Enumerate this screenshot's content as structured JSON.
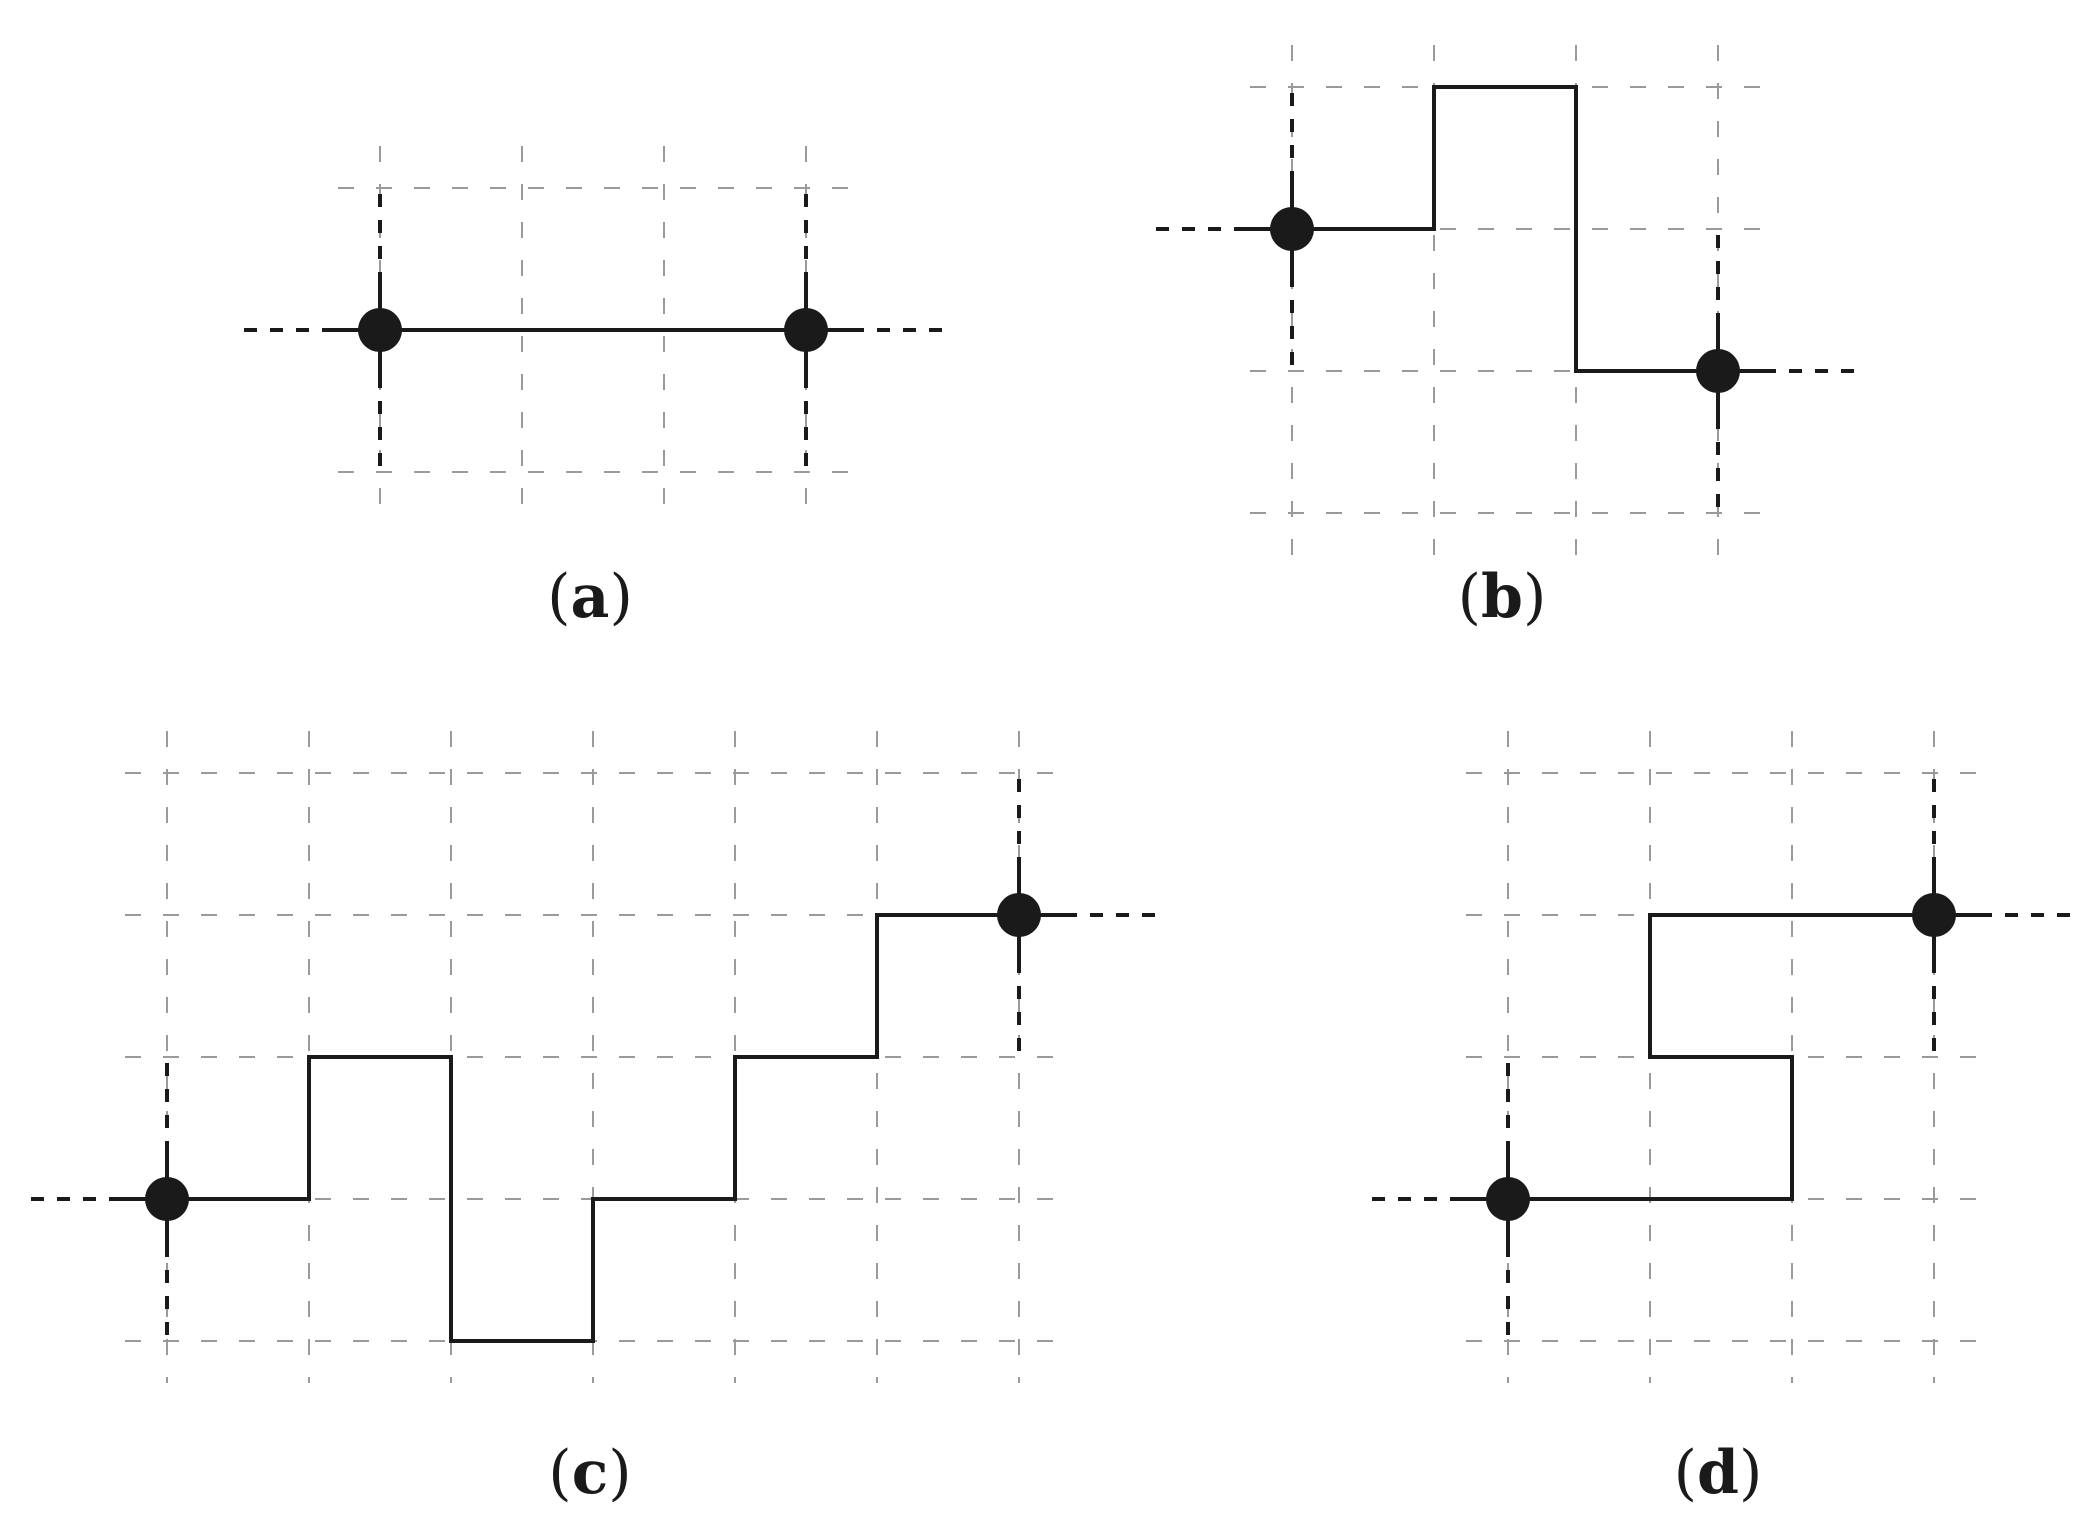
{
  "panels": [
    {
      "label_open": "(",
      "label_letter": "a",
      "label_close": ")",
      "grid": {
        "cols": 4,
        "rows": 2
      },
      "endpoints": [
        {
          "col": 0,
          "row": 1
        },
        {
          "col": 3,
          "row": 1
        }
      ],
      "path": [
        [
          0,
          1
        ],
        [
          3,
          1
        ]
      ]
    },
    {
      "label_open": "(",
      "label_letter": "b",
      "label_close": ")",
      "grid": {
        "cols": 4,
        "rows": 3
      },
      "endpoints": [
        {
          "col": 0,
          "row": 1
        },
        {
          "col": 3,
          "row": 2
        }
      ],
      "path": [
        [
          0,
          1
        ],
        [
          1,
          1
        ],
        [
          1,
          0
        ],
        [
          2,
          0
        ],
        [
          2,
          2
        ],
        [
          3,
          2
        ]
      ]
    },
    {
      "label_open": "(",
      "label_letter": "c",
      "label_close": ")",
      "grid": {
        "cols": 7,
        "rows": 4
      },
      "endpoints": [
        {
          "col": 0,
          "row": 3
        },
        {
          "col": 6,
          "row": 1
        }
      ],
      "path": [
        [
          0,
          3
        ],
        [
          1,
          3
        ],
        [
          1,
          2
        ],
        [
          2,
          2
        ],
        [
          2,
          4
        ],
        [
          3,
          4
        ],
        [
          3,
          3
        ],
        [
          4,
          3
        ],
        [
          4,
          2
        ],
        [
          5,
          2
        ],
        [
          5,
          1
        ],
        [
          6,
          1
        ]
      ]
    },
    {
      "label_open": "(",
      "label_letter": "d",
      "label_close": ")",
      "grid": {
        "cols": 4,
        "rows": 4
      },
      "endpoints": [
        {
          "col": 0,
          "row": 3
        },
        {
          "col": 3,
          "row": 1
        }
      ],
      "path": [
        [
          0,
          3
        ],
        [
          2,
          3
        ],
        [
          2,
          2
        ],
        [
          1,
          2
        ],
        [
          1,
          1
        ],
        [
          3,
          1
        ]
      ]
    }
  ]
}
